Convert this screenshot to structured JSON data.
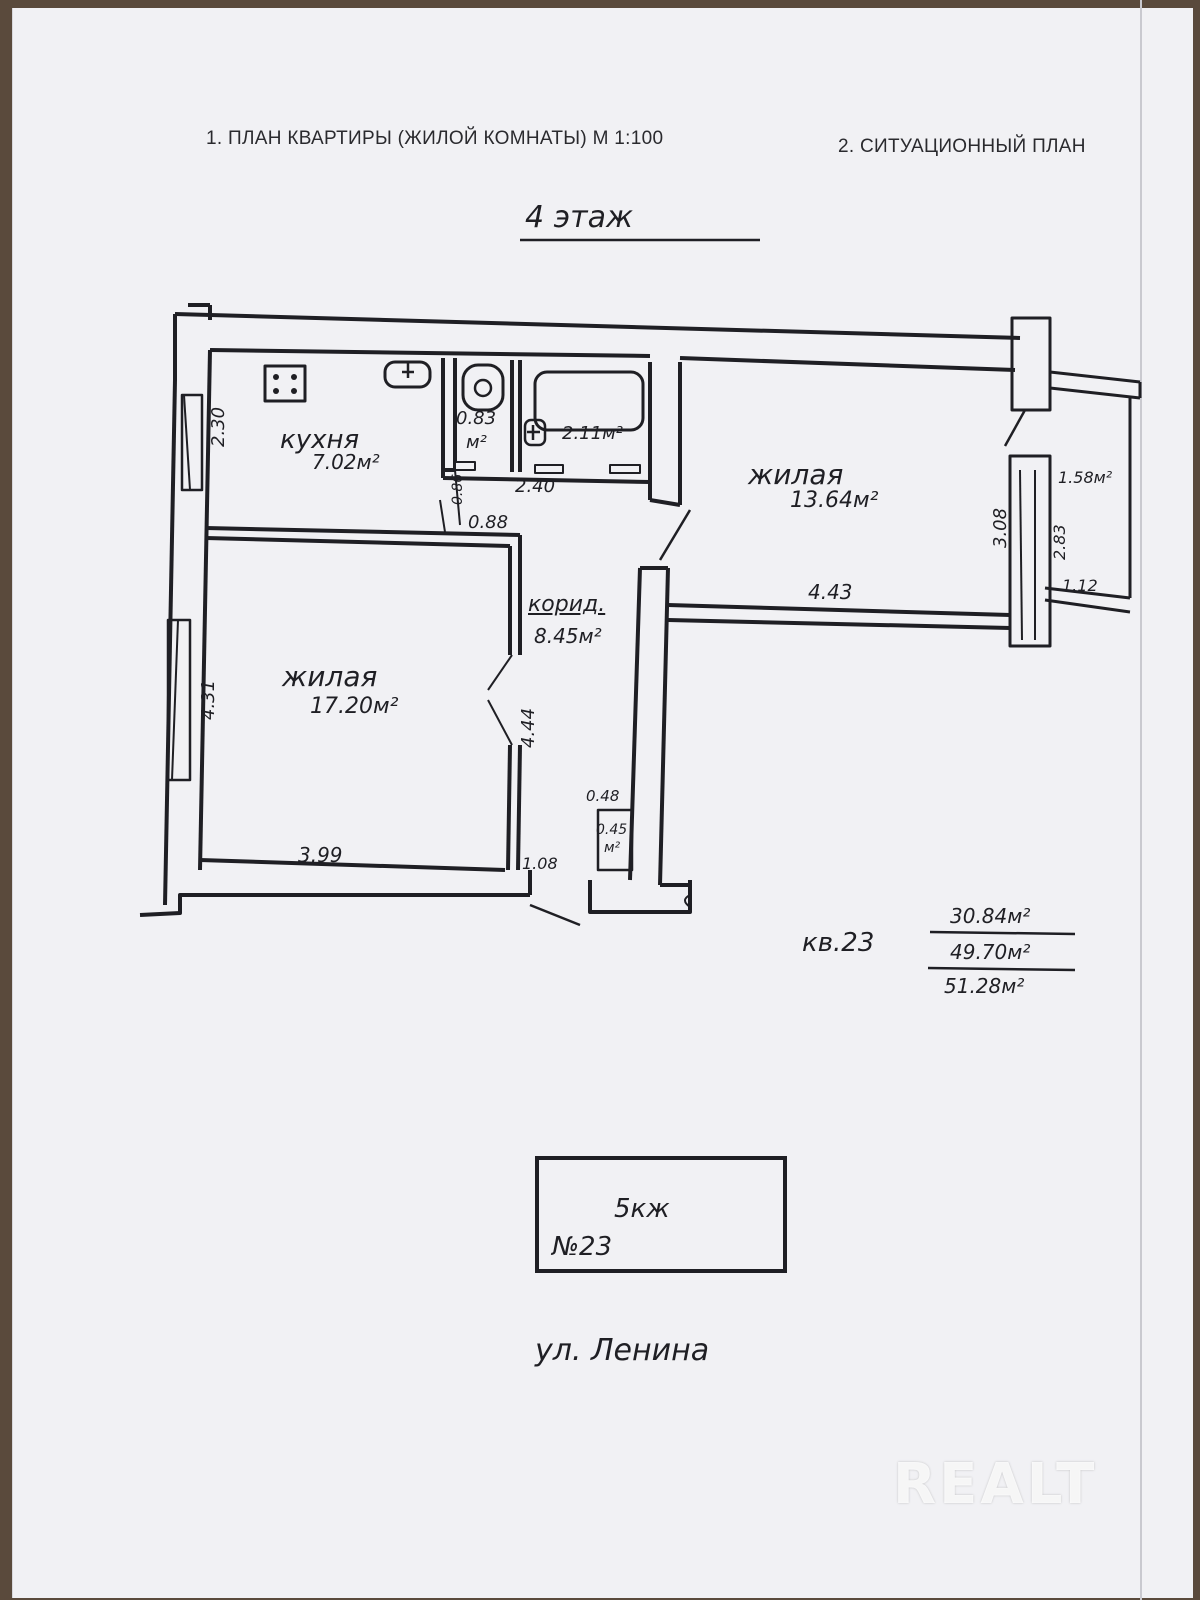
{
  "document": {
    "heading_left": "1. ПЛАН КВАРТИРЫ (ЖИЛОЙ КОМНАТЫ) М 1:100",
    "heading_right": "2. СИТУАЦИОННЫЙ ПЛАН",
    "floor": "4 этаж"
  },
  "rooms": {
    "kitchen": {
      "name": "кухня",
      "area": "7.02м²"
    },
    "wc": {
      "area_top": "0.83",
      "area_bottom": "м²"
    },
    "bath": {
      "area": "2.11м²"
    },
    "living_right": {
      "name": "жилая",
      "area": "13.64м²"
    },
    "corridor": {
      "name": "корид.",
      "area": "8.45м²"
    },
    "living_left": {
      "name": "жилая",
      "area": "17.20м²"
    },
    "closet": {
      "area_top": "0.45",
      "area_bottom": "м²"
    },
    "balcony": {
      "area": "1.58м²"
    }
  },
  "dimensions": {
    "d_2_30": "2.30",
    "d_2_40": "2.40",
    "d_0_86": "0.86",
    "d_0_88": "0.88",
    "d_3_08": "3.08",
    "d_2_83": "2.83",
    "d_1_12": "1.12",
    "d_4_43": "4.43",
    "d_4_31": "4.31",
    "d_4_44": "4.44",
    "d_0_48": "0.48",
    "d_3_99": "3.99",
    "d_1_08": "1.08"
  },
  "apartment": {
    "number": "кв.23",
    "living_area": "30.84м²",
    "total_area": "49.70м²",
    "total_with_balcony": "51.28м²"
  },
  "site_plan": {
    "building": "5кж",
    "number": "№23",
    "street": "ул. Ленина"
  },
  "watermark": "REALT"
}
